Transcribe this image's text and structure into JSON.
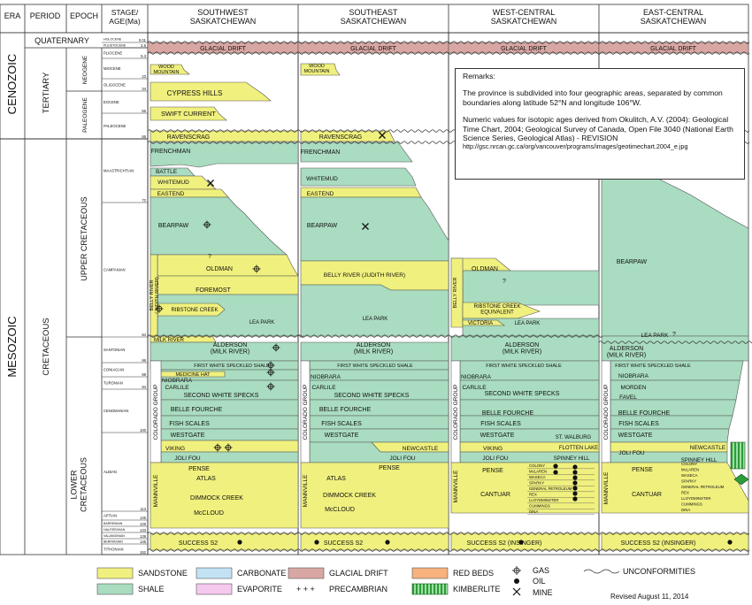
{
  "header": {
    "era": "ERA",
    "period": "PERIOD",
    "epoch": "EPOCH",
    "stage": "STAGE/\nAGE(Ma)",
    "regions": [
      "SOUTHWEST\nSASKATCHEWAN",
      "SOUTHEAST\nSASKATCHEWAN",
      "WEST-CENTRAL\nSASKATCHEWAN",
      "EAST-CENTRAL\nSASKATCHEWAN"
    ]
  },
  "eras": {
    "cenozoic": "CENOZOIC",
    "mesozoic": "MESOZOIC"
  },
  "periods": {
    "quaternary": "QUATERNARY",
    "tertiary": "TERTIARY",
    "cretaceous": "CRETACEOUS"
  },
  "epochs": {
    "neogene": "NEOGENE",
    "paleogene": "PALEOGENE",
    "upper_cretaceous": "UPPER CRETACEOUS",
    "lower_cretaceous": "LOWER\nCRETACEOUS"
  },
  "stages": [
    {
      "name": "HOLOCENE",
      "age": "0.01"
    },
    {
      "name": "PLEISTOCENE",
      "age": "2.6"
    },
    {
      "name": "PLIOCENE",
      "age": "5.3"
    },
    {
      "name": "MIOCENE",
      "age": "23"
    },
    {
      "name": "OLIGOCENE",
      "age": "34"
    },
    {
      "name": "EOCENE",
      "age": "56"
    },
    {
      "name": "PALEOCENE",
      "age": "66"
    },
    {
      "name": "MAASTRICHTIAN",
      "age": "72"
    },
    {
      "name": "CAMPANIAN",
      "age": "84"
    },
    {
      "name": "SANTONIAN",
      "age": "86"
    },
    {
      "name": "CONIACIAN",
      "age": "89"
    },
    {
      "name": "TURONIAN",
      "age": "94"
    },
    {
      "name": "CENOMANIAN",
      "age": "100"
    },
    {
      "name": "ALBIAN",
      "age": "113"
    },
    {
      "name": "APTIAN",
      "age": "125"
    },
    {
      "name": "BARREMIAN",
      "age": "129"
    },
    {
      "name": "HAUTERIVIAN",
      "age": "133"
    },
    {
      "name": "VALANGINIAN",
      "age": "139"
    },
    {
      "name": "BERRIASIAN",
      "age": "145"
    },
    {
      "name": "TITHONIAN",
      "age": "152"
    }
  ],
  "formations": {
    "glacial_drift": "GLACIAL DRIFT",
    "wood_mountain": "WOOD\nMOUNTAIN",
    "cypress_hills": "CYPRESS HILLS",
    "swift_current": "SWIFT CURRENT",
    "ravenscrag": "RAVENSCRAG",
    "frenchman": "FRENCHMAN",
    "battle": "BATTLE",
    "whitemud": "WHITEMUD",
    "eastend": "EASTEND",
    "bearpaw": "BEARPAW",
    "oldman": "OLDMAN",
    "foremost": "FOREMOST",
    "belly_river": "BELLY RIVER\n(JUDITH RIVER)",
    "belly_river_inline": "BELLY RIVER (JUDITH RIVER)",
    "belly_river_short": "BELLY RIVER",
    "ribstone_creek": "RIBSTONE CREEK",
    "ribstone_equiv": "RIBSTONE CREEK\nEQUIVALENT",
    "victoria": "VICTORIA",
    "lea_park": "LEA PARK",
    "milk_river": "MILK RIVER",
    "alderson": "ALDERSON\n(MILK RIVER)",
    "first_white": "FIRST WHITE SPECKLED SHALE",
    "medicine_hat": "MEDICINE HAT",
    "niobrara": "NIOBRARA",
    "carlile": "CARLILE",
    "morden": "MORDEN",
    "favel": "FAVEL",
    "second_white": "SECOND WHITE SPECKS",
    "belle_fourche": "BELLE FOURCHE",
    "fish_scales": "FISH SCALES",
    "westgate": "WESTGATE",
    "viking": "VIKING",
    "newcastle": "NEWCASTLE",
    "st_walburg": "ST. WALBURG",
    "flotten_lake": "FLOTTEN LAKE",
    "spinney_hill": "SPINNEY HILL",
    "joli_fou": "JOLI FOU",
    "pense": "PENSE",
    "mannville": "MANNVILLE",
    "cantuar": "CANTUAR",
    "atlas": "ATLAS",
    "dimmock_creek": "DIMMOCK CREEK",
    "mccloud": "McCLOUD",
    "colorado_group": "COLORADO GROUP",
    "success": "SUCCESS S2",
    "success_insinger": "SUCCESS S2 (INSINGER)",
    "question": "?",
    "cantuar_members": [
      "COLONY",
      "McLAREN",
      "WASECA",
      "SPARKY",
      "GENERAL PETROLEUM",
      "REX",
      "LLOYDMINSTER",
      "CUMMINGS",
      "DINA"
    ]
  },
  "remarks": {
    "title": "Remarks:",
    "p1": "The province is subdivided into four geographic areas, separated by common boundaries along latitude 52°N and longitude 106°W.",
    "p2": "Numeric values for isotopic ages derived from Okulitch, A.V. (2004): Geological Time Chart, 2004; Geological Survey of Canada, Open File 3040 (National Earth Science Series, Geological Atlas) - REVISION",
    "url": "http://gsc.nrcan.gc.ca/org/vancouver/programs/images/geotimechart.2004_e.jpg"
  },
  "legend": {
    "sandstone": "SANDSTONE",
    "shale": "SHALE",
    "carbonate": "CARBONATE",
    "evaporite": "EVAPORITE",
    "glacial_drift": "GLACIAL DRIFT",
    "precambrian": "PRECAMBRIAN",
    "precambrian_symbol": "+ + +",
    "red_beds": "RED BEDS",
    "kimberlite": "KIMBERLITE",
    "gas": "GAS",
    "oil": "OIL",
    "mine": "MINE",
    "unconformities": "UNCONFORMITIES"
  },
  "colors": {
    "sandstone": "#f0f07e",
    "shale": "#a9dcc0",
    "carbonate": "#c3e3f5",
    "evaporite": "#f5c8ee",
    "glacial_drift": "#d9a7a3",
    "red_beds": "#f7b27d",
    "kimberlite": "#2d9b3a"
  },
  "revised": "Revised August 11, 2014"
}
